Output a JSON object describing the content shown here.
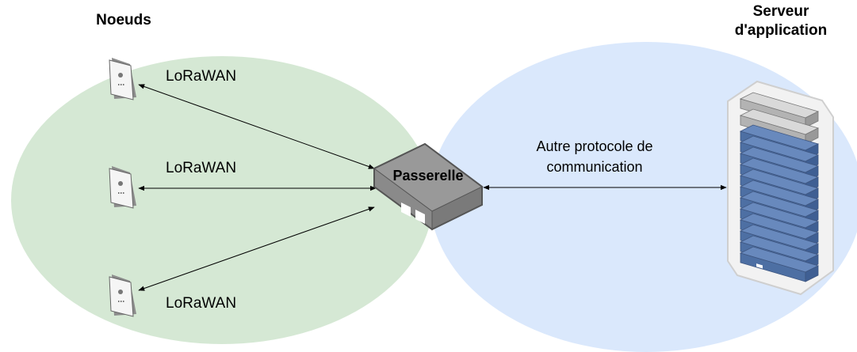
{
  "groups": {
    "nodes_title": "Noeuds",
    "server_title_line1": "Serveur",
    "server_title_line2": "d'application"
  },
  "links": {
    "node1_protocol": "LoRaWAN",
    "node2_protocol": "LoRaWAN",
    "node3_protocol": "LoRaWAN",
    "gateway_server_line1": "Autre protocole de",
    "gateway_server_line2": "communication"
  },
  "gateway": {
    "label": "Passerelle"
  },
  "colors": {
    "nodes_zone": "#d5e8d4",
    "server_zone": "#dae8fc",
    "gateway_top": "#999999",
    "gateway_front": "#8a8a8a",
    "server_unit": "#4d6fa3",
    "server_unit_top": "#6889bd",
    "arrow": "#000000"
  }
}
